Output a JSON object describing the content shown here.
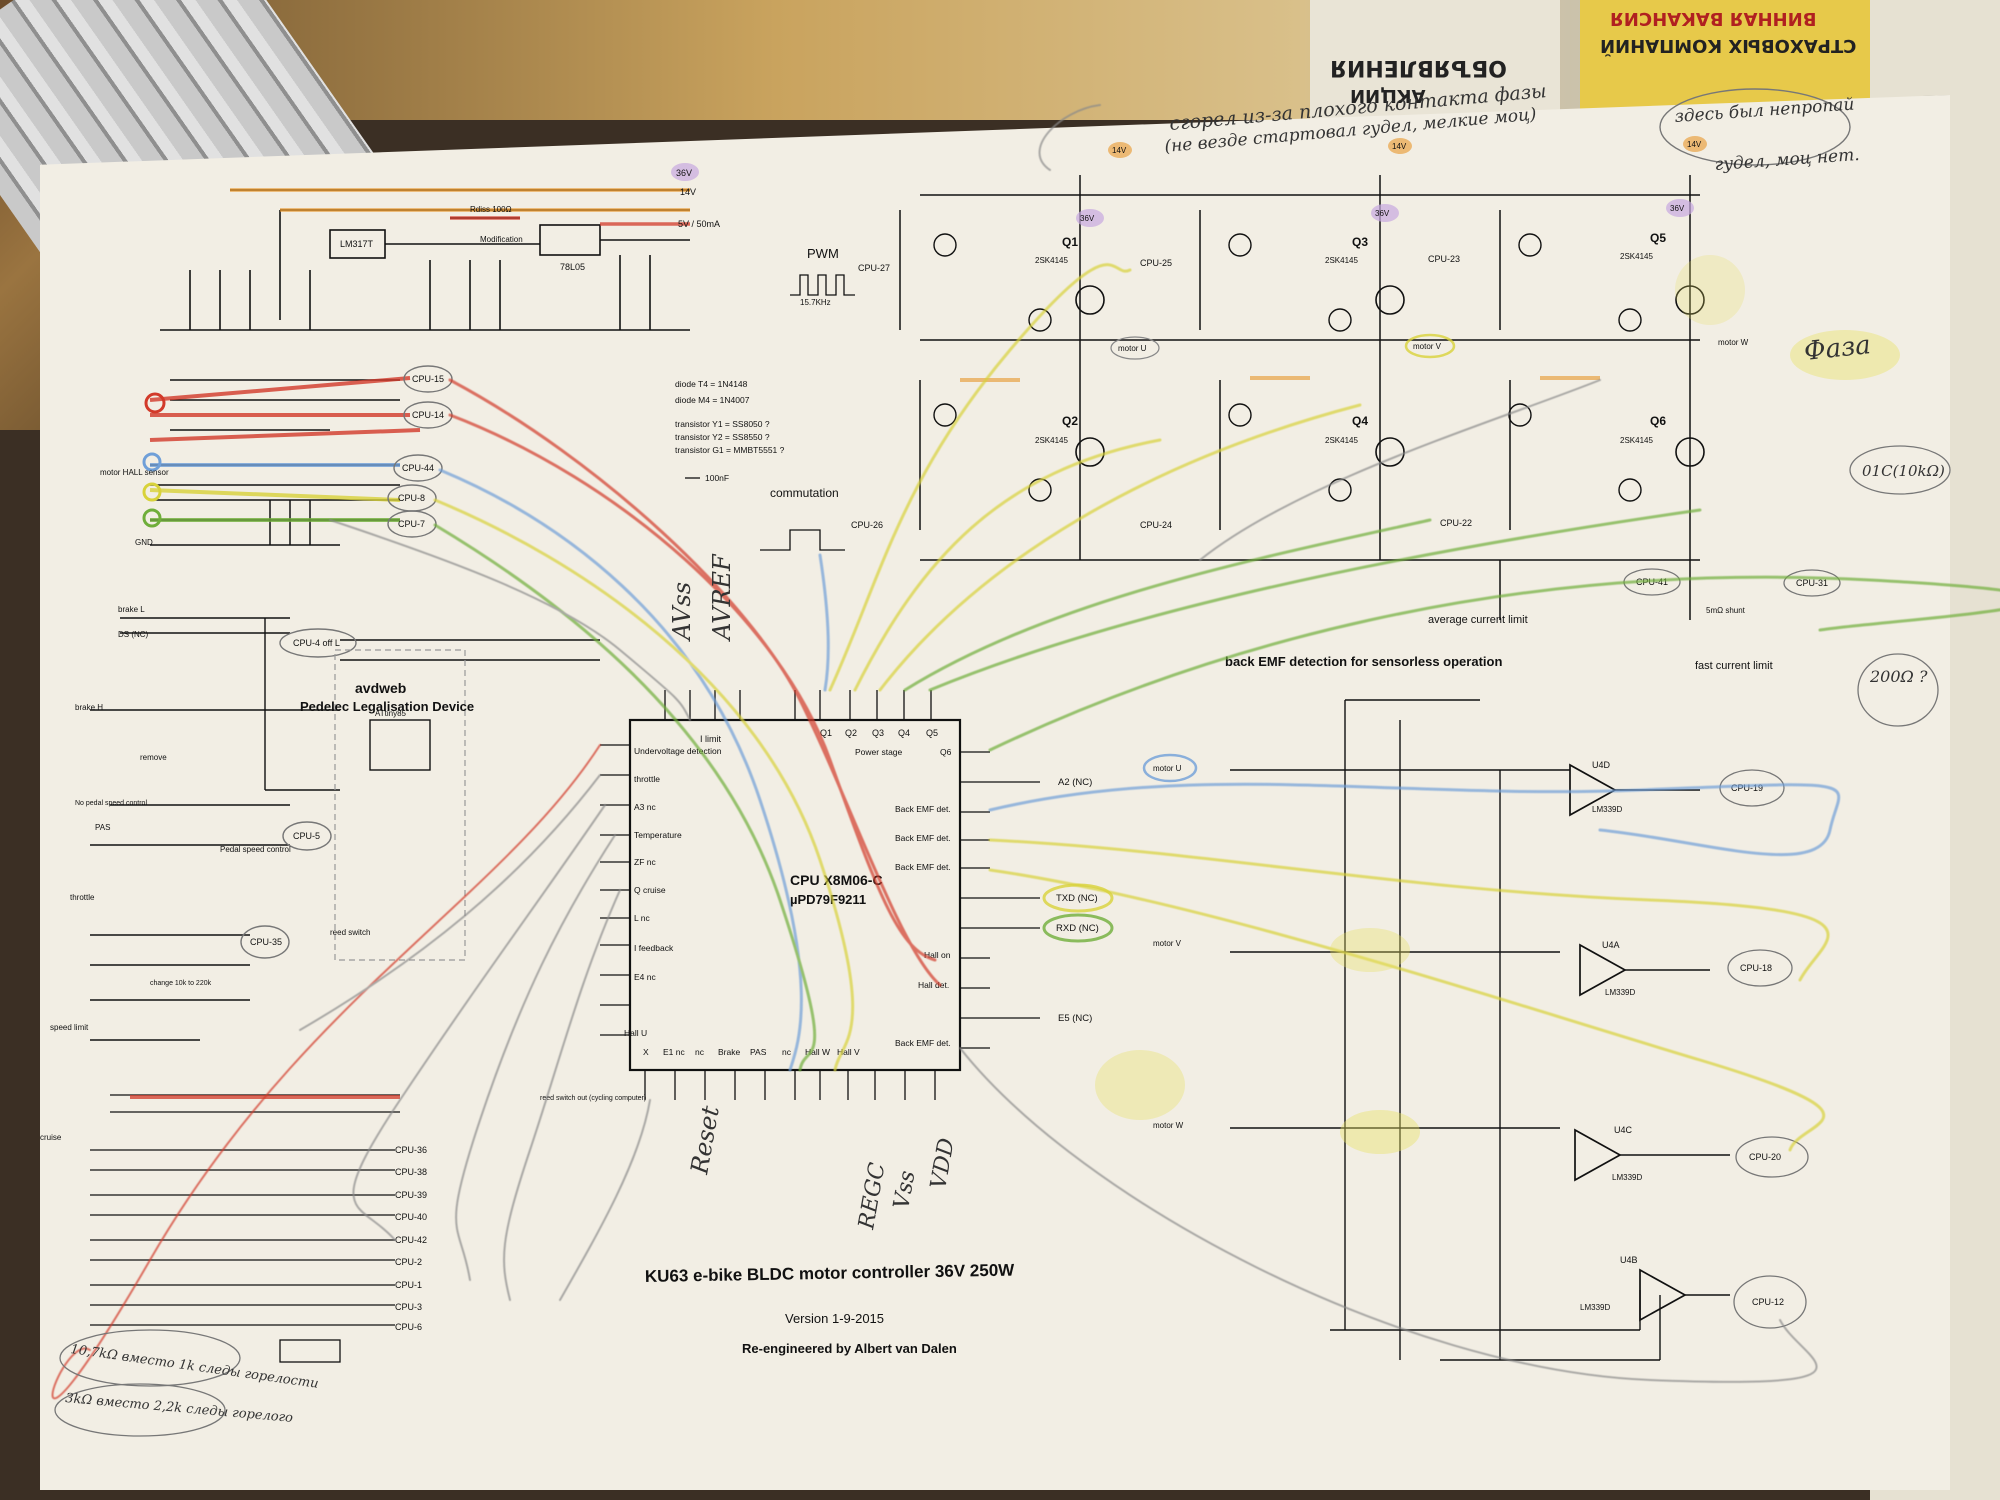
{
  "background": {
    "newspaper_headlines": [
      "ОБЪЯВЛЕНИЯ",
      "АКЦИИ",
      "СТРАХОВЫХ КОМПАНИЙ",
      "ВИННАЯ ВАКАНСИЯ"
    ]
  },
  "title": {
    "main": "KU63 e-bike BLDC motor controller 36V 250W",
    "version": "Version 1-9-2015",
    "author": "Re-engineered by Albert van Dalen"
  },
  "sections": {
    "pwm": "PWM",
    "pwm_freq": "15.7KHz",
    "commutation": "commutation",
    "pedelec_title": "avdweb",
    "pedelec_subtitle": "Pedelec Legalisation Device",
    "attiny": "ATtiny85",
    "back_emf": "back EMF detection for sensorless operation",
    "avg_current": "average current limit",
    "fast_current": "fast current limit",
    "shunt": "5mΩ shunt",
    "pedal_speed": "Pedal speed control",
    "reed_switch": "reed switch",
    "reed_switch_out": "reed switch out (cycling computer)"
  },
  "notes": {
    "diode_t4": "diode T4 = 1N4148",
    "diode_m4": "diode M4 = 1N4007",
    "tr_y1": "transistor Y1 = SS8050 ?",
    "tr_y2": "transistor Y2 = SS8550 ?",
    "tr_g1": "transistor G1 = MMBT5551 ?",
    "cap_legend": "100nF"
  },
  "cpu": {
    "name": "CPU X8M06-C",
    "part": "µPD79F9211",
    "top_pins": [
      "I limit",
      "Q1",
      "Q2",
      "Q3",
      "Q4",
      "Q5"
    ],
    "left_pins": [
      "Undervoltage detection",
      "throttle",
      "A3 nc",
      "Temperature",
      "ZF nc",
      "Q cruise",
      "L nc",
      "I feedback",
      "E4 nc",
      "Hall U"
    ],
    "bottom_pins": [
      "X",
      "E1 nc",
      "nc",
      "Brake",
      "PAS",
      "nc",
      "Hall W",
      "Hall V"
    ],
    "right_pins": [
      "Power stage",
      "Q6",
      "Back EMF det.",
      "Back EMF det.",
      "Back EMF det.",
      "Hall on",
      "Hall det.",
      "Back EMF det."
    ]
  },
  "power_stage": {
    "phases": [
      {
        "hi": "Q1",
        "lo": "Q2",
        "cpu_hi": "CPU-27",
        "cpu_lo": "CPU-26",
        "motor": "motor U"
      },
      {
        "hi": "Q3",
        "lo": "Q4",
        "cpu_hi": "CPU-25",
        "cpu_lo": "CPU-24",
        "motor": "motor V"
      },
      {
        "hi": "Q5",
        "lo": "Q6",
        "cpu_hi": "CPU-23",
        "cpu_lo": "CPU-22",
        "motor": "motor W"
      }
    ],
    "mosfet": "2SK4145",
    "supply_14": "14V",
    "supply_36": "36V",
    "supply_5": "5V"
  },
  "supply": {
    "u1": "LM317T",
    "u2": "78L05",
    "out": "5V / 50mA",
    "rdiss": "Rdiss 100Ω",
    "modification": "Modification"
  },
  "comparators": [
    {
      "id": "U4D",
      "part": "LM339D",
      "in": "motor U",
      "out": "CPU-19"
    },
    {
      "id": "U4A",
      "part": "LM339D",
      "in": "motor V",
      "out": "CPU-18"
    },
    {
      "id": "U4C",
      "part": "LM339D",
      "in": "motor W",
      "out": "CPU-20"
    },
    {
      "id": "U4B",
      "part": "LM339D",
      "in": "",
      "out": "CPU-12"
    }
  ],
  "cpu_bubbles": [
    "CPU-15",
    "CPU-14",
    "CPU-44",
    "CPU-8",
    "CPU-7",
    "CPU-4 off L",
    "CPU-5",
    "CPU-35",
    "CPU-41",
    "CPU-31",
    "CPU-36",
    "CPU-38",
    "CPU-39",
    "CPU-40",
    "CPU-42",
    "CPU-2",
    "CPU-1",
    "CPU-3",
    "CPU-6"
  ],
  "right_signals": [
    "A2 (NC)",
    "TXD (NC)",
    "RXD (NC)",
    "E5 (NC)"
  ],
  "left_labels": [
    "brake L",
    "DS (NC)",
    "brake H",
    "No pedal speed control",
    "PAS",
    "throttle",
    "speed limit",
    "cruise",
    "motor HALL sensor",
    "GND",
    "remove",
    "change 10k to 220k"
  ],
  "handwritten": {
    "note1": "сгорел из-за плохого контакта фазы",
    "note2": "(не везде стартовал гудел, мелкие моц)",
    "note3": "здесь был непропай",
    "note4": "гудел, моц нет.",
    "phase": "Фаза",
    "res_note": "01С(10kΩ)",
    "res_note2": "200Ω ?",
    "avss": "AVss",
    "avref": "AVREF",
    "reset": "Reset",
    "regc": "REGC",
    "vss": "Vss",
    "vdd": "VDD",
    "bottom1": "10,7kΩ вместо 1k следы горелости",
    "bottom2": "3kΩ вместо 2,2k следы горелого"
  },
  "colors": {
    "paper": "#f2eee4",
    "ink": "#111111",
    "red": "#d23a2a",
    "orange": "#e8962a",
    "yellow": "#d8d23a",
    "green": "#6fae3a",
    "blue": "#6f9fd8",
    "purple": "#a880c8",
    "pencil": "#8a8a8a"
  }
}
